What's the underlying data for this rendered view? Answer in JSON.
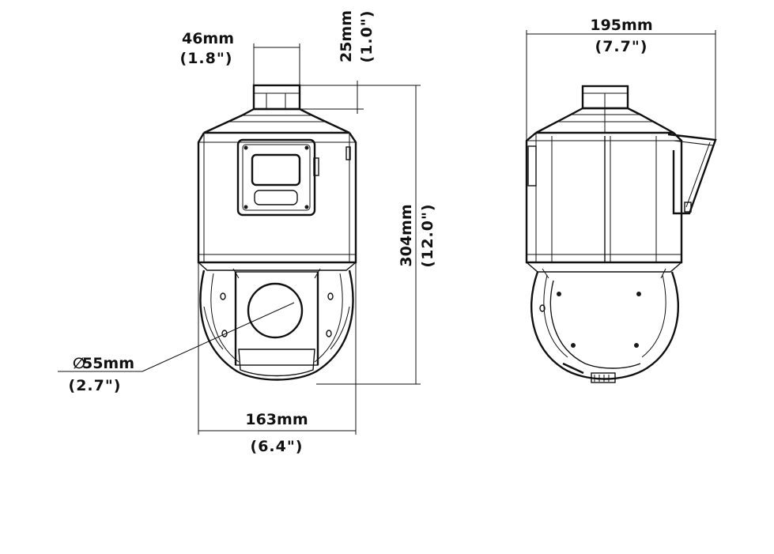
{
  "dimensions": {
    "mount_width": {
      "value": "46mm",
      "imperial": "(1.8\")"
    },
    "mount_height": {
      "value": "25mm",
      "imperial": "(1.0\")"
    },
    "total_height": {
      "value": "304mm",
      "imperial": "(12.0\")"
    },
    "lens_diameter": {
      "symbol": "∅",
      "value": "55mm",
      "imperial": "(2.7\")"
    },
    "body_width": {
      "value": "163mm",
      "imperial": "(6.4\")"
    },
    "depth": {
      "value": "195mm",
      "imperial": "(7.7\")"
    }
  },
  "colors": {
    "line": "#111111",
    "background": "#ffffff"
  }
}
